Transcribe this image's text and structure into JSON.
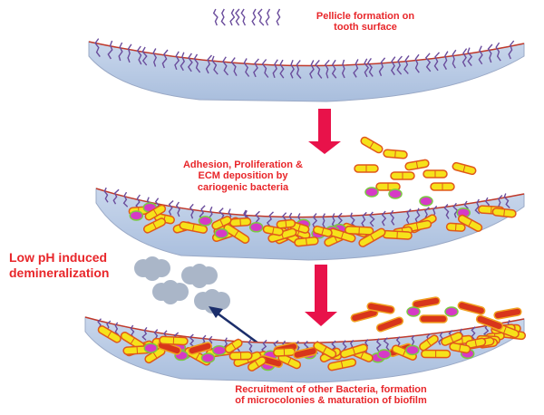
{
  "labels": {
    "pellicle": [
      "Pellicle formation on",
      "tooth surface"
    ],
    "adhesion": [
      "Adhesion, Proliferation &",
      "ECM deposition by",
      "cariogenic bacteria"
    ],
    "low_ph": [
      "Low pH induced",
      "demineralization"
    ],
    "recruitment": [
      "Recruitment of other Bacteria, formation",
      "of  microcolonies & maturation of biofilm"
    ]
  },
  "colors": {
    "tooth_fill": "#b9cbe4",
    "tooth_stroke": "#9aa9c6",
    "enamel_line": "#c0392b",
    "pellicle": "#6a4c9c",
    "rod_fill": "#f6e21a",
    "rod_stroke": "#e0581b",
    "coccus_fill": "#d63ac6",
    "coccus_stroke": "#7bc843",
    "arrow": "#e8124a",
    "cloud": "#aab6c8",
    "dark_arrow": "#1b2e6b",
    "red_rod": "#d8351b",
    "label_text": "#e8262a"
  }
}
